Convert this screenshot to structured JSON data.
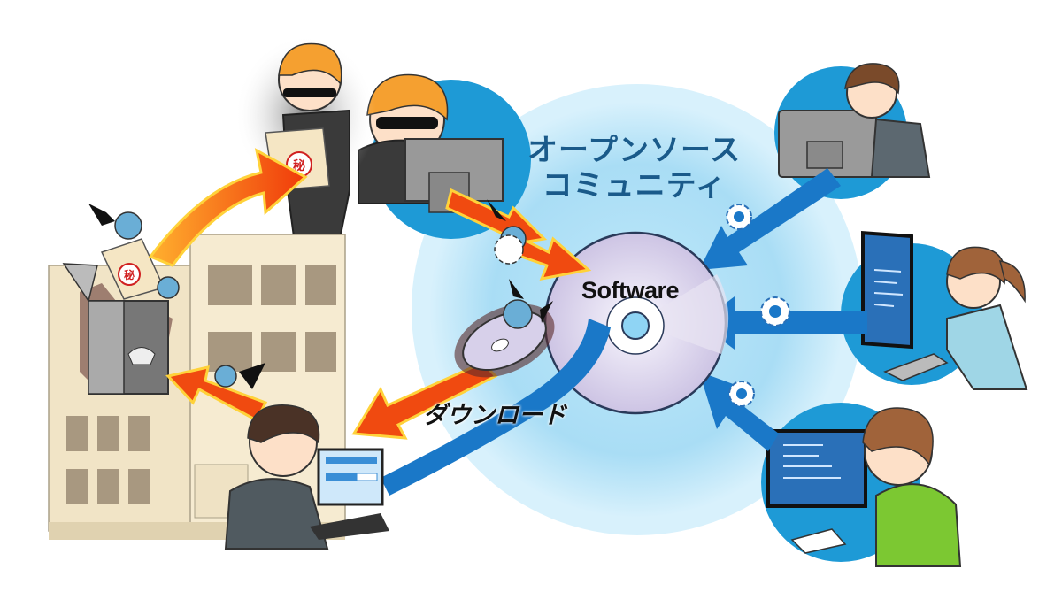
{
  "diagram": {
    "title_line1": "オープンソース",
    "title_line2": "コミュニティ",
    "disc_label": "Software",
    "download_label": "ダウンロード",
    "colors": {
      "community_bg": "#aee0f7",
      "community_ring": "#d6f0fb",
      "contributor_circle": "#1e9ad6",
      "contribution_arrow": "#1a78c8",
      "attack_arrow": "#f04a10",
      "attack_arrow_glow": "#ffd23a",
      "disc": "#d7d0ea",
      "building": "#efe2c4",
      "title_text": "#1a5a8a"
    },
    "nodes": [
      {
        "id": "hacker-stealing",
        "desc": "Attacker holding confidential envelope"
      },
      {
        "id": "hacker-at-pc",
        "desc": "Attacker injecting malware into software"
      },
      {
        "id": "contributor-1",
        "desc": "Developer contributing code"
      },
      {
        "id": "contributor-2",
        "desc": "Developer contributing code"
      },
      {
        "id": "contributor-3",
        "desc": "Developer contributing code"
      },
      {
        "id": "company-building",
        "desc": "Company office with infected server"
      },
      {
        "id": "employee-downloading",
        "desc": "Employee downloading software on laptop"
      }
    ]
  }
}
